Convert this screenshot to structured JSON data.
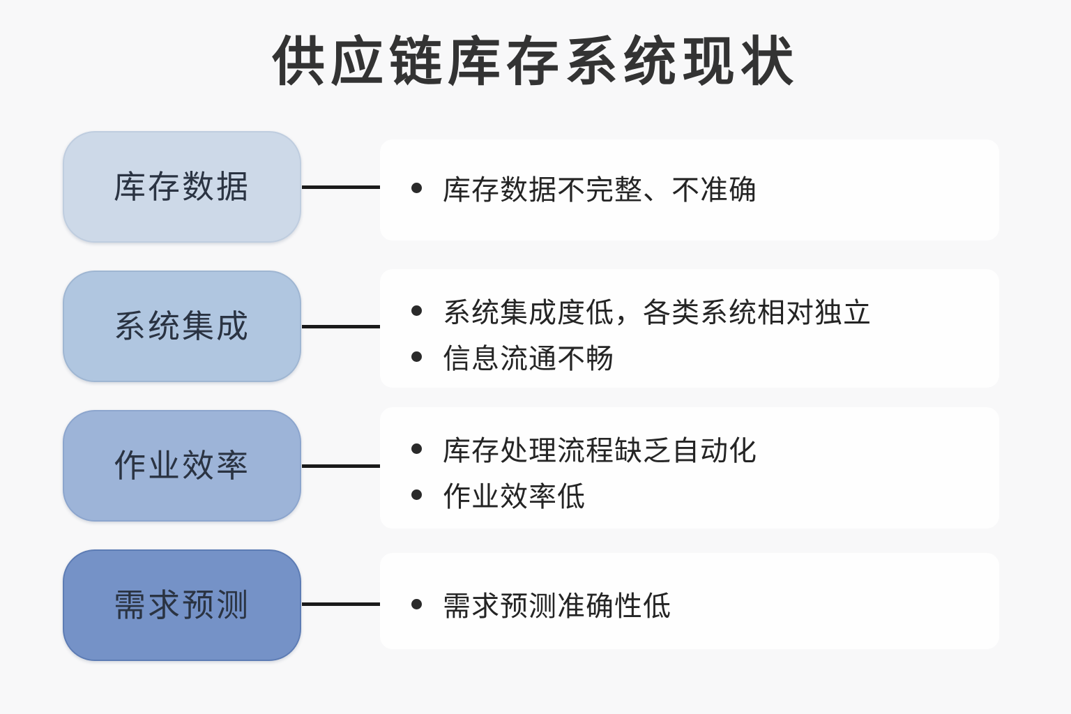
{
  "page": {
    "title": "供应链库存系统现状",
    "background": "#f8f8f9",
    "line_color": "#1a1a1a",
    "bullet_dot_color": "#2a2a2a",
    "title_color": "#333333",
    "text_color": "#242424"
  },
  "rows": [
    {
      "label": "库存数据",
      "box_fill": "#cdd9e8",
      "box_border": "#bfcddf",
      "bullets": [
        "库存数据不完整、不准确"
      ]
    },
    {
      "label": "系统集成",
      "box_fill": "#b0c6e0",
      "box_border": "#9fb6d2",
      "bullets": [
        "系统集成度低，各类系统相对独立",
        "信息流通不畅"
      ]
    },
    {
      "label": "作业效率",
      "box_fill": "#9db4d8",
      "box_border": "#8ca5cd",
      "bullets": [
        "库存处理流程缺乏自动化",
        "作业效率低"
      ]
    },
    {
      "label": "需求预测",
      "box_fill": "#7592c7",
      "box_border": "#5d7cb4",
      "bullets": [
        "需求预测准确性低"
      ]
    }
  ]
}
